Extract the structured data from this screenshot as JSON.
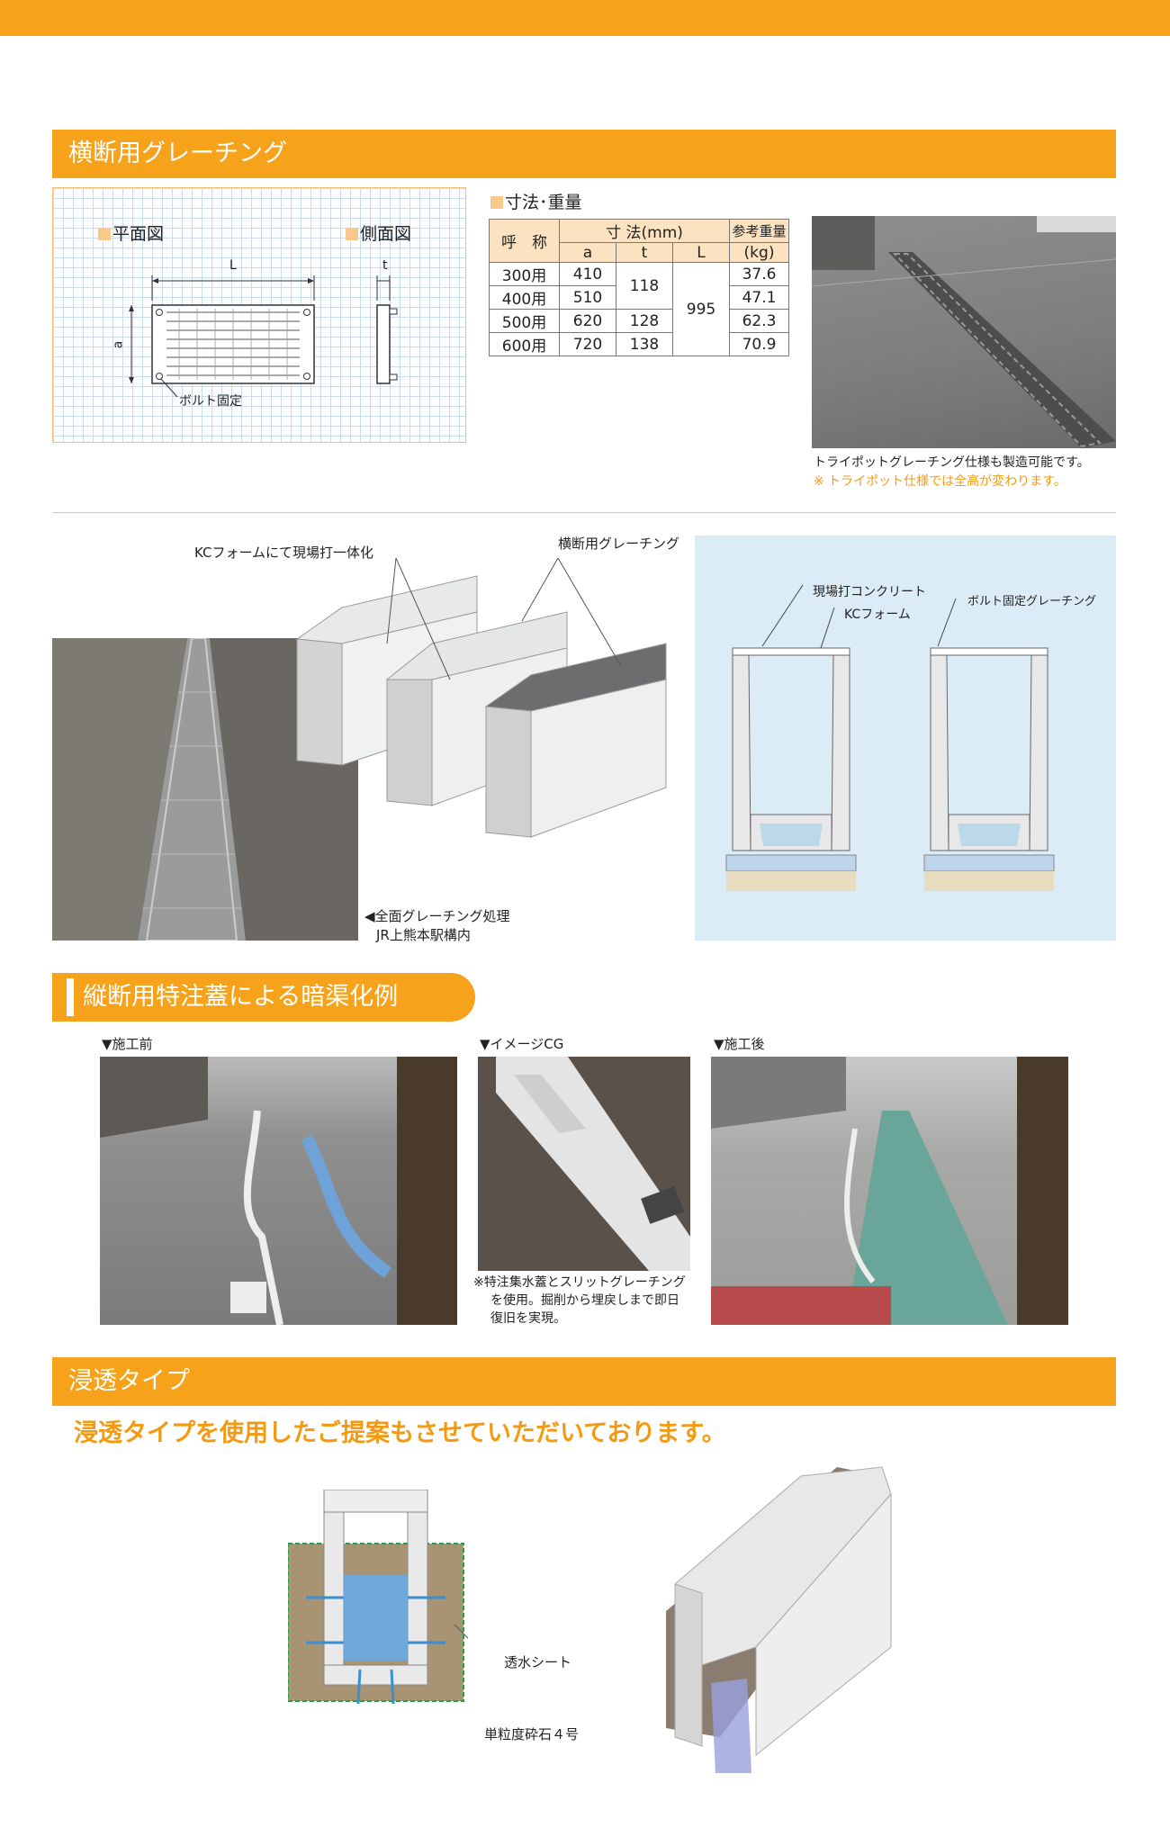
{
  "sections": {
    "s1_title": "横断用グレーチング",
    "s2_title": "縦断用特注蓋による暗渠化例",
    "s3_title": "浸透タイプ"
  },
  "drawing": {
    "plan_label": "平面図",
    "side_label": "側面図",
    "dim_L": "L",
    "dim_a": "a",
    "dim_t": "t",
    "bolt_label": "ボルト固定"
  },
  "spec": {
    "title": "寸法･重量",
    "col_name": "呼　称",
    "col_dim": "寸 法(mm)",
    "col_weight_1": "参考重量",
    "col_weight_2": "(kg)",
    "col_a": "a",
    "col_t": "t",
    "col_L": "L",
    "rows": [
      {
        "name": "300用",
        "a": "410",
        "w": "37.6"
      },
      {
        "name": "400用",
        "a": "510",
        "w": "47.1"
      },
      {
        "name": "500用",
        "a": "620",
        "w": "62.3"
      },
      {
        "name": "600用",
        "a": "720",
        "w": "70.9"
      }
    ],
    "t_118": "118",
    "t_128": "128",
    "t_138": "138",
    "L_all": "995"
  },
  "photo1": {
    "note1": "トライポットグレーチング仕様も製造可能です。",
    "note2": "※ トライポット仕様では全高が変わります。"
  },
  "middle": {
    "callout_kc": "KCフォームにて現場打一体化",
    "callout_grating": "横断用グレーチング",
    "photo_caption_1": "◀全面グレーチング処理",
    "photo_caption_2": "JR上熊本駅構内",
    "section_concrete": "現場打コンクリート",
    "section_kc": "KCフォーム",
    "section_bolt": "ボルト固定グレーチング"
  },
  "case": {
    "before": "▼施工前",
    "cg": "▼イメージCG",
    "after": "▼施工後",
    "cg_note_1": "※特注集水蓋とスリットグレーチング",
    "cg_note_2": "を使用。掘削から埋戻しまで即日",
    "cg_note_3": "復旧を実現。"
  },
  "permeable": {
    "headline": "浸透タイプを使用したご提案もさせていただいております。",
    "sheet_label": "透水シート",
    "stone_label": "単粒度砕石４号"
  },
  "colors": {
    "accent": "#f6a21b",
    "note_orange": "#f39a12",
    "panel_blue": "#dcecf7"
  }
}
